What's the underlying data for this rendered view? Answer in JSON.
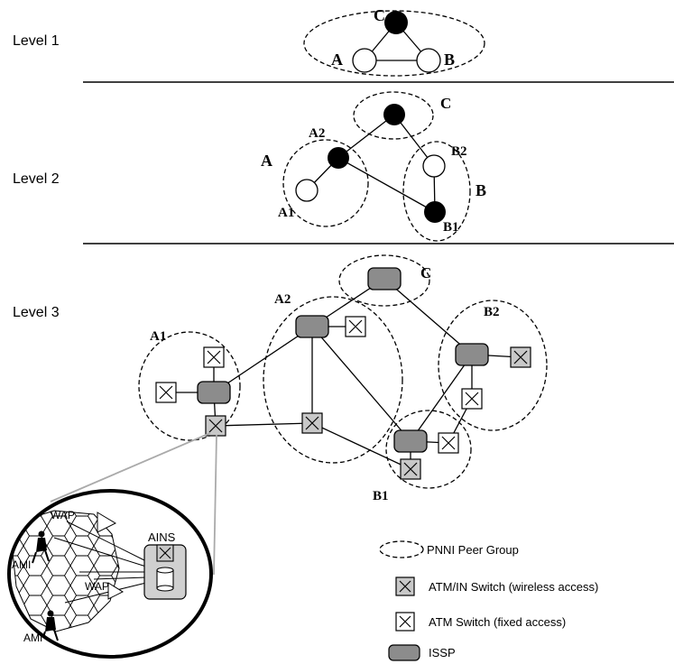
{
  "levels": {
    "level1": "Level 1",
    "level2": "Level 2",
    "level3": "Level 3"
  },
  "level1_labels": {
    "a": "A",
    "b": "B",
    "c": "C"
  },
  "level2_labels": {
    "a": "A",
    "a1": "A1",
    "a2": "A2",
    "b": "B",
    "b1": "B1",
    "b2": "B2",
    "c": "C"
  },
  "level3_labels": {
    "a1": "A1",
    "a2": "A2",
    "b1": "B1",
    "b2": "B2",
    "c": "C"
  },
  "inset_labels": {
    "wap_top": "WAP",
    "wap_mid": "WAP",
    "ami_top": "AMI",
    "ami_bottom": "AMI",
    "ains": "AINS"
  },
  "legend": {
    "peer_group": "PNNI Peer Group",
    "atm_in_switch": "ATM/IN Switch (wireless access)",
    "atm_switch": "ATM Switch (fixed access)",
    "issp": "ISSP"
  },
  "colors": {
    "issp_fill": "#8c8c8c",
    "wireless_switch_fill": "#c8c8c8",
    "fixed_switch_fill": "#ffffff",
    "line": "#000000"
  }
}
